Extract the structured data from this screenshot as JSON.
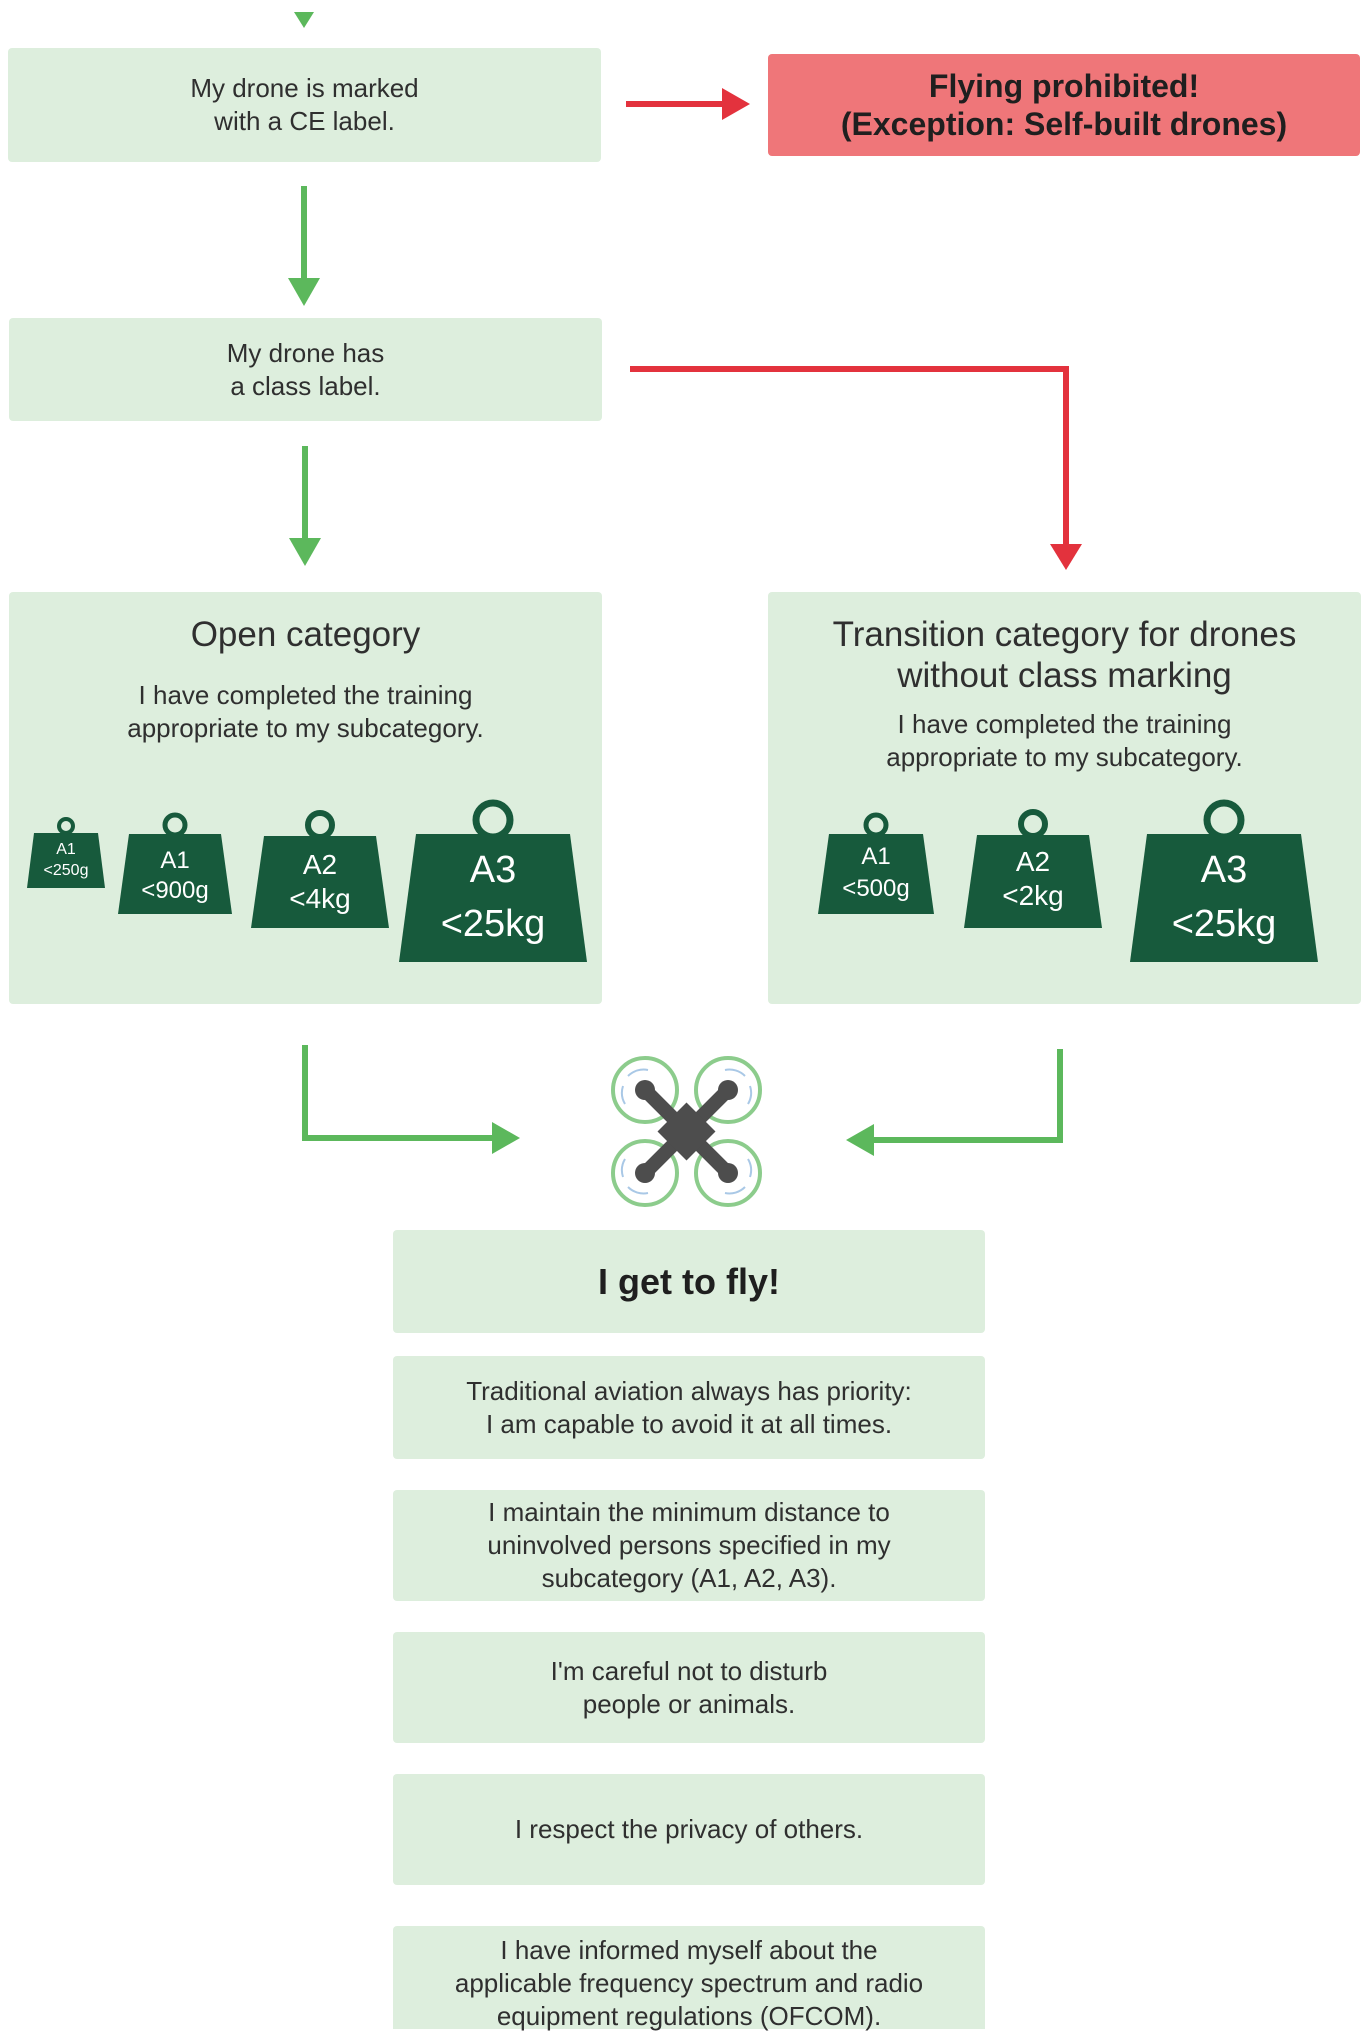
{
  "steps": {
    "ce_label": [
      "My drone is marked",
      "with a CE label."
    ],
    "class_label": [
      "My drone has",
      "a class label."
    ],
    "prohibited": [
      "Flying prohibited!",
      "(Exception: Self-built drones)"
    ]
  },
  "open_category": {
    "title": "Open category",
    "desc": [
      "I have completed the training",
      "appropriate to my subcategory."
    ],
    "weights": [
      {
        "class": "A1",
        "limit": "<250g"
      },
      {
        "class": "A1",
        "limit": "<900g"
      },
      {
        "class": "A2",
        "limit": "<4kg"
      },
      {
        "class": "A3",
        "limit": "<25kg"
      }
    ]
  },
  "transition_category": {
    "title": [
      "Transition category for drones",
      "without class marking"
    ],
    "desc": [
      "I have completed the training",
      "appropriate to my subcategory."
    ],
    "weights": [
      {
        "class": "A1",
        "limit": "<500g"
      },
      {
        "class": "A2",
        "limit": "<2kg"
      },
      {
        "class": "A3",
        "limit": "<25kg"
      }
    ]
  },
  "result": {
    "title": "I get to fly!",
    "rules": [
      [
        "Traditional aviation always has priority:",
        "I am capable to avoid it at all times."
      ],
      [
        "I maintain the minimum distance to",
        "uninvolved persons specified in my",
        "subcategory (A1, A2, A3)."
      ],
      [
        "I'm careful not to disturb",
        "people or animals."
      ],
      [
        "I respect the privacy of others."
      ],
      [
        "I have informed myself about the",
        "applicable frequency spectrum and radio",
        "equipment regulations (OFCOM)."
      ]
    ]
  },
  "colors": {
    "box_fill": "#ddeedd",
    "weight_fill": "#175a3c",
    "arrow_green": "#5cb85c",
    "arrow_red": "#e3323d",
    "alert_fill": "#ef7679"
  }
}
